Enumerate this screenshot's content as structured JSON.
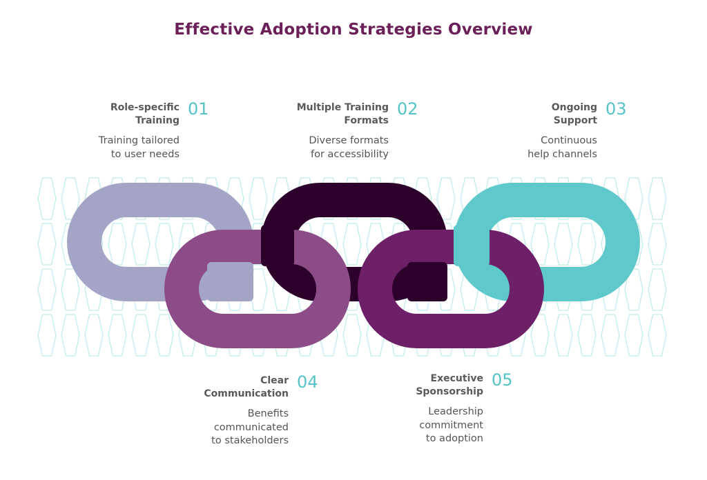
{
  "title": "Effective Adoption Strategies Overview",
  "colors": {
    "title": "#6b2157",
    "number": "#54c3c8",
    "pattern": "#bfe9ec",
    "link1": "#a4a5c6",
    "link2": "#8c4c88",
    "link3": "#2d002c",
    "link4": "#6d1f67",
    "link5": "#5ec8cb"
  },
  "items": [
    {
      "number": "01",
      "heading_lines": [
        "Role-specific",
        "Training"
      ],
      "desc_lines": [
        "Training tailored",
        "to user needs"
      ]
    },
    {
      "number": "02",
      "heading_lines": [
        "Multiple Training",
        "Formats"
      ],
      "desc_lines": [
        "Diverse formats",
        "for accessibility"
      ]
    },
    {
      "number": "03",
      "heading_lines": [
        "Ongoing",
        "Support"
      ],
      "desc_lines": [
        "Continuous",
        "help channels"
      ]
    },
    {
      "number": "04",
      "heading_lines": [
        "Clear",
        "Communication"
      ],
      "desc_lines": [
        "Benefits",
        "communicated",
        "to stakeholders"
      ]
    },
    {
      "number": "05",
      "heading_lines": [
        "Executive",
        "Sponsorship"
      ],
      "desc_lines": [
        "Leadership",
        "commitment",
        "to adoption"
      ]
    }
  ]
}
